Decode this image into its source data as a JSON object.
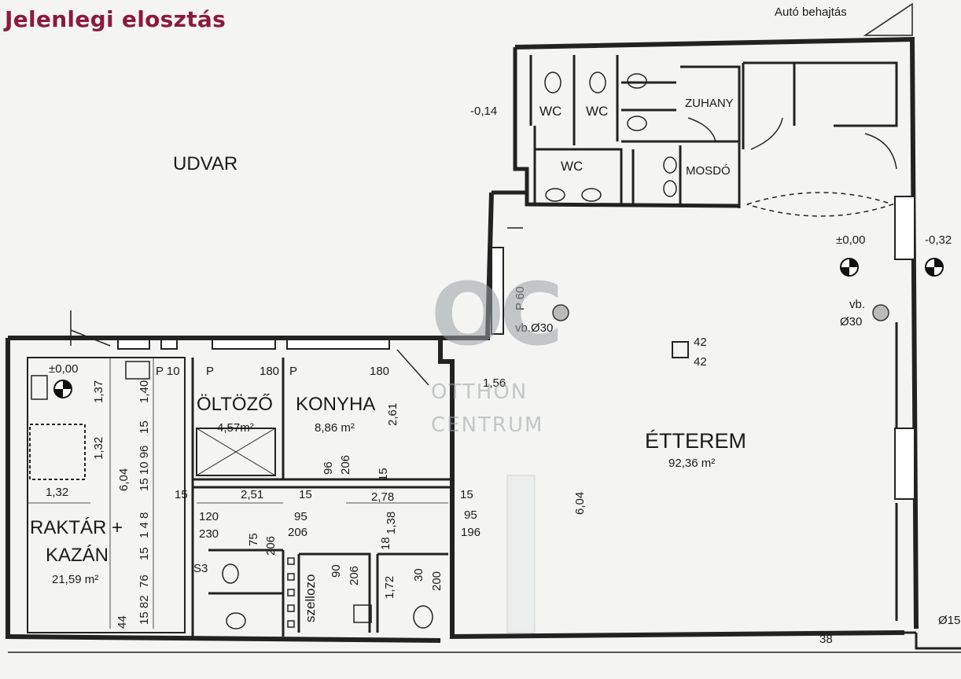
{
  "title": "Jelenlegi elosztás",
  "labels": {
    "auto": "Autó behajtás",
    "udvar": "UDVAR",
    "wc": "WC",
    "zuhany": "ZUHANY",
    "mosdo": "MOSDÓ",
    "etterem": "ÉTTEREM",
    "etterem_area": "92,36 m²",
    "konyha": "KONYHA",
    "konyha_area": "8,86 m²",
    "oltozo": "ÖLTÖZŐ",
    "oltozo_area": "4,57m²",
    "raktar1": "RAKTÁR +",
    "raktar2": "KAZÁN",
    "raktar_area": "21,59 m²",
    "szellozo": "szellozo",
    "s3": "S3",
    "p": "P"
  },
  "levels": {
    "l1": "-0,14",
    "l2": "±0,00",
    "l3": "-0,32",
    "l4": "±0,00"
  },
  "vb": {
    "a": "vb.Ø30",
    "b": "vb.",
    "c": "Ø30",
    "d": "Ø15"
  },
  "dims": {
    "p10": "P 10",
    "d180a": "180",
    "d180b": "180",
    "d137": "1,37",
    "d140": "1,40",
    "d132": "1,32",
    "d604a": "6,04",
    "d15a": "15",
    "d1596": "15 10 96",
    "d132b": "1,32",
    "d148": "1 4 8",
    "d15b": "15",
    "d251": "2,51",
    "d15c": "15",
    "d278": "2,78",
    "d15d": "15",
    "d15e": "15",
    "d120": "120",
    "d230": "230",
    "d95a": "95",
    "d206a": "206",
    "d95b": "95",
    "d196": "196",
    "d75": "75",
    "d206b": "206",
    "d96": "96",
    "d206c": "206",
    "d138": "1,38",
    "d18": "18",
    "d90": "90",
    "d206d": "206",
    "d30": "30",
    "d200": "200",
    "d172": "1,72",
    "d15f": "15",
    "d76": "76",
    "d1582": "15 82",
    "d44": "44",
    "d261": "2,61",
    "d156": "1,56",
    "d604b": "6,04",
    "d60": "P 60",
    "d42a": "42",
    "d42b": "42",
    "d38": "38"
  },
  "watermark": {
    "logo": "OC",
    "line1": "OTTHON",
    "line2": "CENTRUM"
  }
}
